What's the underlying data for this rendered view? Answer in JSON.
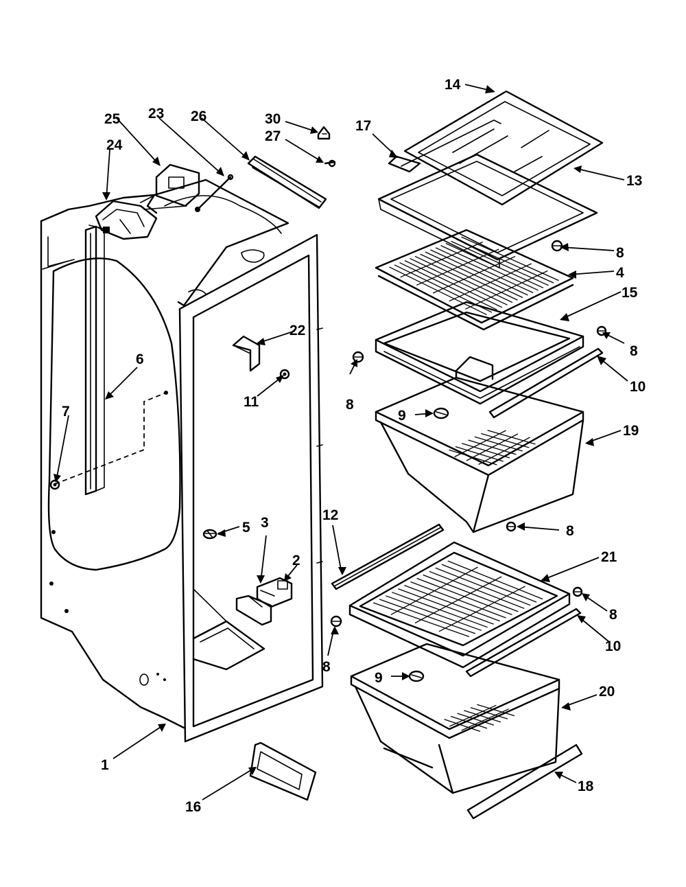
{
  "callouts": [
    {
      "id": "c1",
      "text": "1"
    },
    {
      "id": "c2",
      "text": "2"
    },
    {
      "id": "c3",
      "text": "3"
    },
    {
      "id": "c4",
      "text": "4"
    },
    {
      "id": "c5",
      "text": "5"
    },
    {
      "id": "c6",
      "text": "6"
    },
    {
      "id": "c7",
      "text": "7"
    },
    {
      "id": "c8a",
      "text": "8"
    },
    {
      "id": "c8b",
      "text": "8"
    },
    {
      "id": "c8c",
      "text": "8"
    },
    {
      "id": "c8d",
      "text": "8"
    },
    {
      "id": "c8e",
      "text": "8"
    },
    {
      "id": "c8f",
      "text": "8"
    },
    {
      "id": "c9a",
      "text": "9"
    },
    {
      "id": "c9b",
      "text": "9"
    },
    {
      "id": "c10a",
      "text": "10"
    },
    {
      "id": "c10b",
      "text": "10"
    },
    {
      "id": "c11",
      "text": "11"
    },
    {
      "id": "c12",
      "text": "12"
    },
    {
      "id": "c13",
      "text": "13"
    },
    {
      "id": "c14",
      "text": "14"
    },
    {
      "id": "c15",
      "text": "15"
    },
    {
      "id": "c16",
      "text": "16"
    },
    {
      "id": "c17",
      "text": "17"
    },
    {
      "id": "c18",
      "text": "18"
    },
    {
      "id": "c19",
      "text": "19"
    },
    {
      "id": "c20",
      "text": "20"
    },
    {
      "id": "c21",
      "text": "21"
    },
    {
      "id": "c22",
      "text": "22"
    },
    {
      "id": "c23",
      "text": "23"
    },
    {
      "id": "c24",
      "text": "24"
    },
    {
      "id": "c25",
      "text": "25"
    },
    {
      "id": "c26",
      "text": "26"
    },
    {
      "id": "c27",
      "text": "27"
    },
    {
      "id": "c30",
      "text": "30"
    }
  ]
}
